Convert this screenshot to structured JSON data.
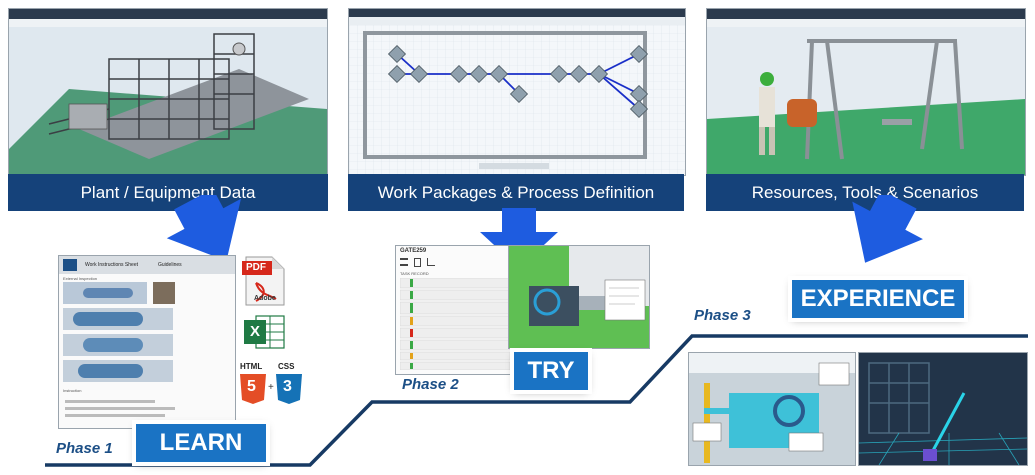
{
  "panels": {
    "plant": {
      "label": "Plant / Equipment Data"
    },
    "work": {
      "label": "Work Packages & Process Definition"
    },
    "resources": {
      "label": "Resources, Tools & Scenarios"
    }
  },
  "phases": [
    {
      "label": "Phase 1",
      "action": "LEARN"
    },
    {
      "label": "Phase 2",
      "action": "TRY"
    },
    {
      "label": "Phase 3",
      "action": "EXPERIENCE"
    }
  ],
  "doc_icons": {
    "pdf": "PDF",
    "pdf_sub": "Adobe",
    "excel": "X",
    "html": "HTML",
    "html_num": "5",
    "css": "CSS",
    "css_num": "3",
    "plus": "+"
  },
  "work_instruction": {
    "tab1": "Work Instructions Sheet",
    "tab2": "Guidelines",
    "section1": "External Inspection",
    "section2": "Instruction"
  },
  "try_panel": {
    "title": "GATE259",
    "subtitle": "TASK RECORD"
  },
  "colors": {
    "banner": "#15427a",
    "button": "#1a73c4",
    "arrow": "#1e5ce0",
    "phase_text": "#1c4f86",
    "step_line": "#173a64"
  }
}
